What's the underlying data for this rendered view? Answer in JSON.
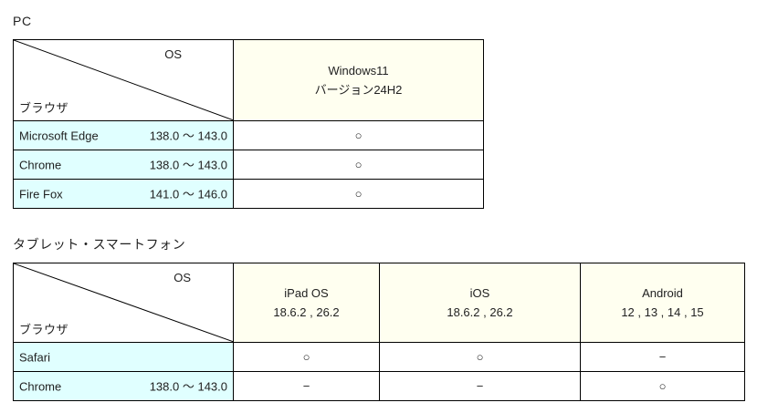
{
  "document": {
    "background_color": "#ffffff",
    "text_color": "#1f1f1f",
    "header_fill": "#fffff0",
    "browser_fill": "#e0ffff",
    "border_color": "#000000",
    "supported_mark": "○",
    "unsupported_mark": "−"
  },
  "sections": [
    {
      "id": "pc",
      "title": "PC",
      "corner": {
        "os_label": "OS",
        "browser_label": "ブラウザ"
      },
      "os_columns": [
        {
          "name": "Windows11",
          "version": "バージョン24H2"
        }
      ],
      "rows": [
        {
          "browser": "Microsoft Edge",
          "version": "138.0 ～ 143.0",
          "support": [
            "○"
          ]
        },
        {
          "browser": "Chrome",
          "version": "138.0 ～ 143.0",
          "support": [
            "○"
          ]
        },
        {
          "browser": "Fire Fox",
          "version": "141.0 ～ 146.0",
          "support": [
            "○"
          ]
        }
      ]
    },
    {
      "id": "mobile",
      "title": "タブレット・スマートフォン",
      "corner": {
        "os_label": "OS",
        "browser_label": "ブラウザ"
      },
      "os_columns": [
        {
          "name": "iPad OS",
          "version": "18.6.2 , 26.2"
        },
        {
          "name": "iOS",
          "version": "18.6.2 , 26.2"
        },
        {
          "name": "Android",
          "version": "12 , 13 , 14 , 15"
        }
      ],
      "rows": [
        {
          "browser": "Safari",
          "version": "",
          "support": [
            "○",
            "○",
            "−"
          ]
        },
        {
          "browser": "Chrome",
          "version": "138.0 ～ 143.0",
          "support": [
            "−",
            "−",
            "○"
          ]
        }
      ]
    }
  ]
}
